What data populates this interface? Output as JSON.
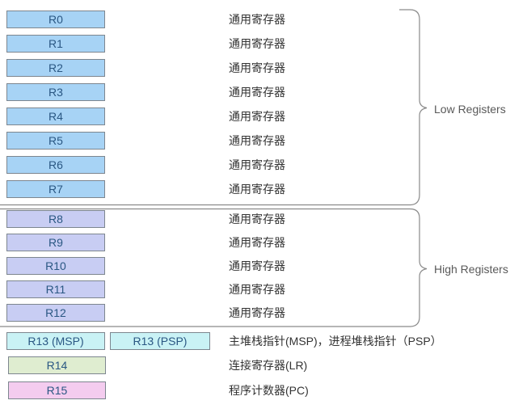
{
  "registers": [
    {
      "name": "R0",
      "description": "通用寄存器"
    },
    {
      "name": "R1",
      "description": "通用寄存器"
    },
    {
      "name": "R2",
      "description": "通用寄存器"
    },
    {
      "name": "R3",
      "description": "通用寄存器"
    },
    {
      "name": "R4",
      "description": "通用寄存器"
    },
    {
      "name": "R5",
      "description": "通用寄存器"
    },
    {
      "name": "R6",
      "description": "通用寄存器"
    },
    {
      "name": "R7",
      "description": "通用寄存器"
    },
    {
      "name": "R8",
      "description": "通用寄存器"
    },
    {
      "name": "R9",
      "description": "通用寄存器"
    },
    {
      "name": "R10",
      "description": "通用寄存器"
    },
    {
      "name": "R11",
      "description": "通用寄存器"
    },
    {
      "name": "R12",
      "description": "通用寄存器"
    },
    {
      "name": "R13 (MSP)",
      "name_alt": "R13 (PSP)",
      "description": "主堆栈指针(MSP)，进程堆栈指针（PSP）"
    },
    {
      "name": "R14",
      "description": "连接寄存器(LR)"
    },
    {
      "name": "R15",
      "description": "程序计数器(PC)"
    }
  ],
  "groups": [
    {
      "label": "Low Registers"
    },
    {
      "label": "High Registers"
    }
  ],
  "colors": {
    "low_fill": "#a7d3f5",
    "high_fill": "#c8cdf3",
    "sp_fill": "#c9f2f5",
    "lr_fill": "#dfedd0",
    "pc_fill": "#f4ccef",
    "box_border": "#7d868f",
    "label_text": "#2a5783",
    "desc_text": "#333333",
    "brace": "#8a8a8a",
    "group_text": "#595959"
  }
}
